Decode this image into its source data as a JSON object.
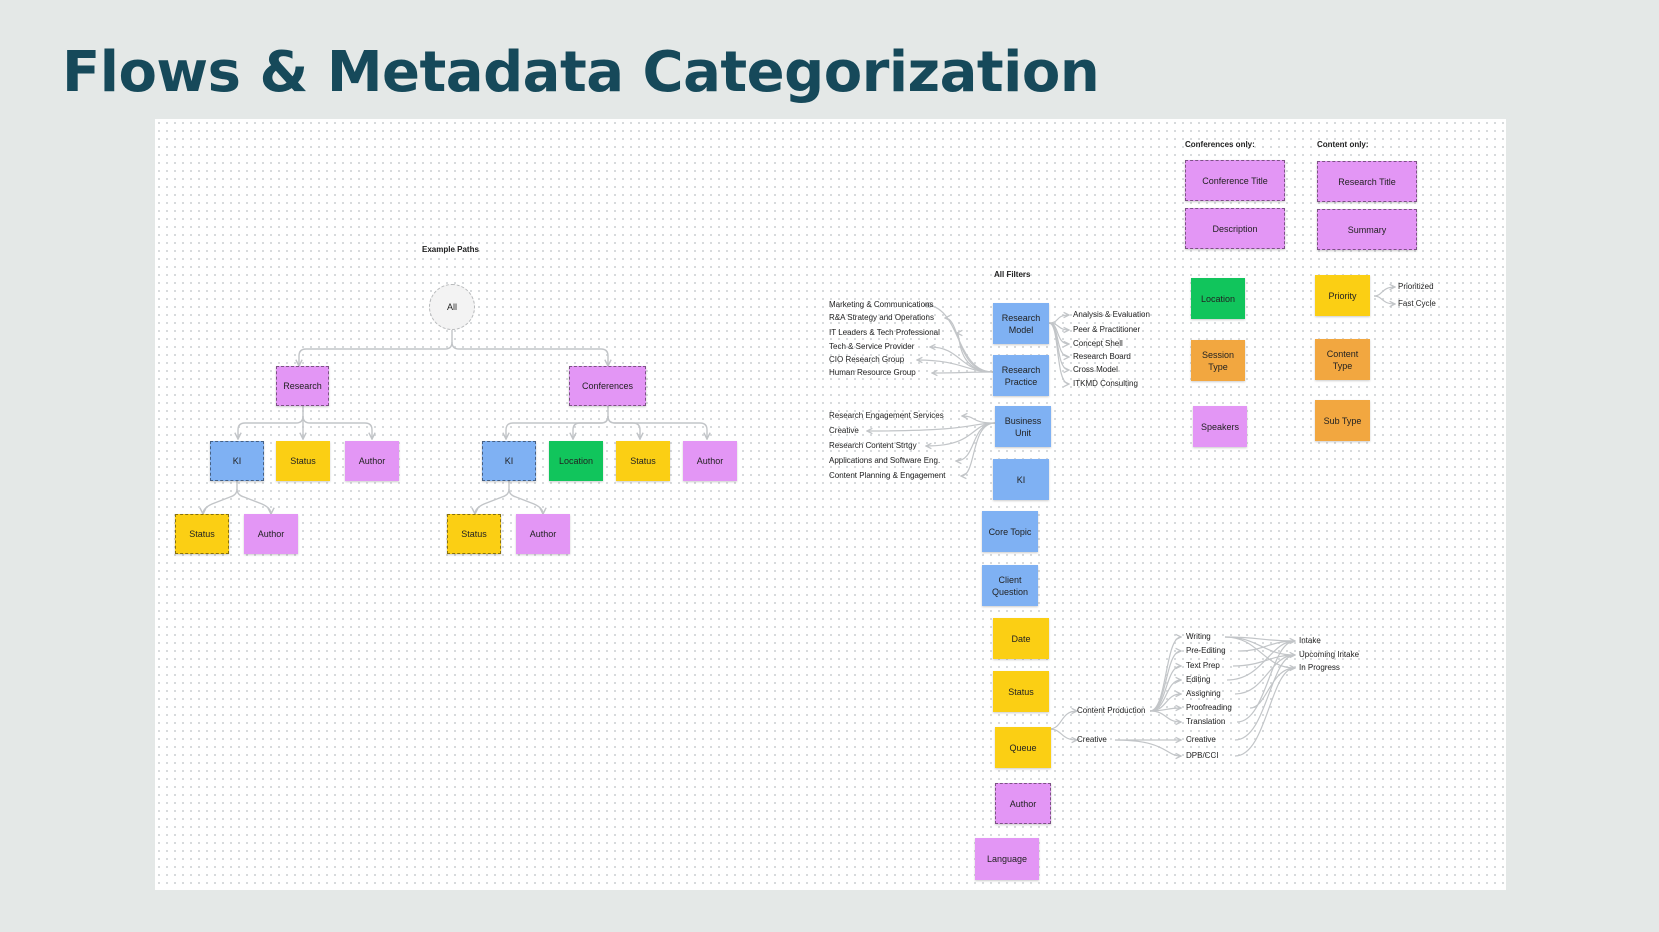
{
  "title": "Flows & Metadata Categorization",
  "colors": {
    "title": "#16495a",
    "blue": "#7fb1f3",
    "yellow": "#fbcf14",
    "pink": "#e396f5",
    "green": "#11c55c",
    "orange": "#f2a740",
    "connector": "#c2c5c8"
  },
  "example_paths": {
    "heading": "Example Paths",
    "root": "All",
    "research": {
      "label": "Research",
      "children": [
        "KI",
        "Status",
        "Author"
      ],
      "ki_children": [
        "Status",
        "Author"
      ]
    },
    "conferences": {
      "label": "Conferences",
      "children": [
        "KI",
        "Location",
        "Status",
        "Author"
      ],
      "ki_children": [
        "Status",
        "Author"
      ]
    }
  },
  "all_filters": {
    "heading": "All Filters",
    "nodes": {
      "research_model": "Research Model",
      "research_practice": "Research Practice",
      "business_unit": "Business Unit",
      "ki": "KI",
      "core_topic": "Core Topic",
      "client_question": "Client Question",
      "date": "Date",
      "status": "Status",
      "queue": "Queue",
      "author": "Author",
      "language": "Language"
    },
    "practice_options": [
      "Marketing & Communications",
      "R&A Strategy and Operations",
      "IT Leaders & Tech Professional",
      "Tech & Service Provider",
      "CIO Research Group",
      "Human Resource Group"
    ],
    "model_options": [
      "Analysis & Evaluation",
      "Peer & Practitioner",
      "Concept Shell",
      "Research Board",
      "Cross Model",
      "ITKMD Consulting"
    ],
    "business_unit_options": [
      "Research Engagement Services",
      "Creative",
      "Research Content Strtgy",
      "Applications and Software Eng.",
      "Content Planning & Engagement"
    ],
    "queue_options": [
      "Content Production",
      "Creative"
    ],
    "content_production_steps": [
      "Writing",
      "Pre-Editing",
      "Text Prep",
      "Editing",
      "Assigning",
      "Proofreading",
      "Translation"
    ],
    "creative_steps": [
      "Creative",
      "DPB/CCI"
    ],
    "stages": [
      "Intake",
      "Upcoming Intake",
      "In Progress"
    ]
  },
  "conferences_only": {
    "heading": "Conferences only:",
    "fields": [
      "Conference Title",
      "Description"
    ],
    "filters": [
      "Location",
      "Session Type",
      "Speakers"
    ]
  },
  "content_only": {
    "heading": "Content only:",
    "fields": [
      "Research Title",
      "Summary"
    ],
    "filters": [
      "Priority",
      "Content Type",
      "Sub Type"
    ],
    "priority_options": [
      "Prioritized",
      "Fast Cycle"
    ]
  }
}
